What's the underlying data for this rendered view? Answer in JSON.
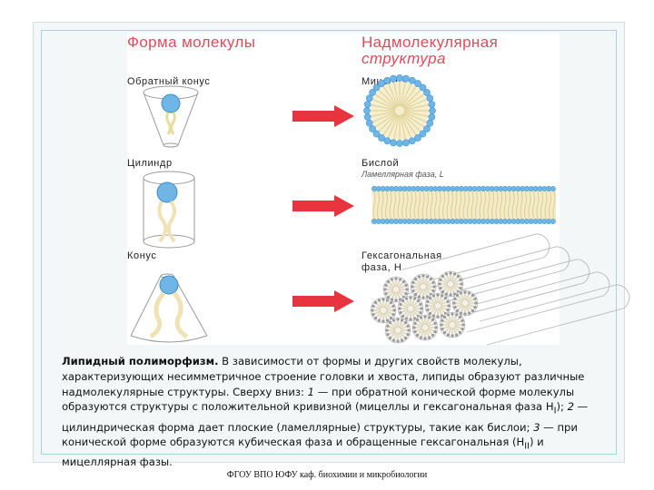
{
  "headers": {
    "molecule_shape": "Форма молекулы",
    "supramolecular_line1": "Надмолекулярная",
    "supramolecular_line2": "структура"
  },
  "rows": [
    {
      "shape_label": "Обратный конус",
      "structure_label": "Мицелла",
      "structure_sublabel": ""
    },
    {
      "shape_label": "Цилиндр",
      "structure_label": "Бислой",
      "structure_sublabel": "Ламеллярная фаза, L"
    },
    {
      "shape_label": "Конус",
      "structure_label": "Гексагональная",
      "structure_label2": "фаза, H"
    }
  ],
  "colors": {
    "header_text": "#e24a5a",
    "arrow": "#e8343f",
    "head": "#6fb6e6",
    "tail": "#efe3b5",
    "caption_text": "#111111"
  },
  "caption": {
    "title": "Липидный полиморфизм.",
    "t1": " В зависимости от формы и других свойств молекулы, характеризующих несимметричное строение головки и хвоста, липиды образуют различные надмолекулярные структуры. Сверху вниз: ",
    "n1": "1",
    "t2": " — при обратной конической форме молекулы образуются структуры с положительной кривизной (мицеллы и гексагональная фаза H",
    "sub1": "I",
    "t3": "); ",
    "n2": "2",
    "t4": " — цилиндрическая форма дает плоские (ламеллярные) структуры, такие как бислои; ",
    "n3": "3",
    "t5": " — при конической форме образуются кубическая фаза и обращенные гексагональная (H",
    "sub2": "II",
    "t6": ") и мицеллярная фазы."
  },
  "footer": "ФГОУ ВПО ЮФУ каф. биохимии и микробиологии"
}
